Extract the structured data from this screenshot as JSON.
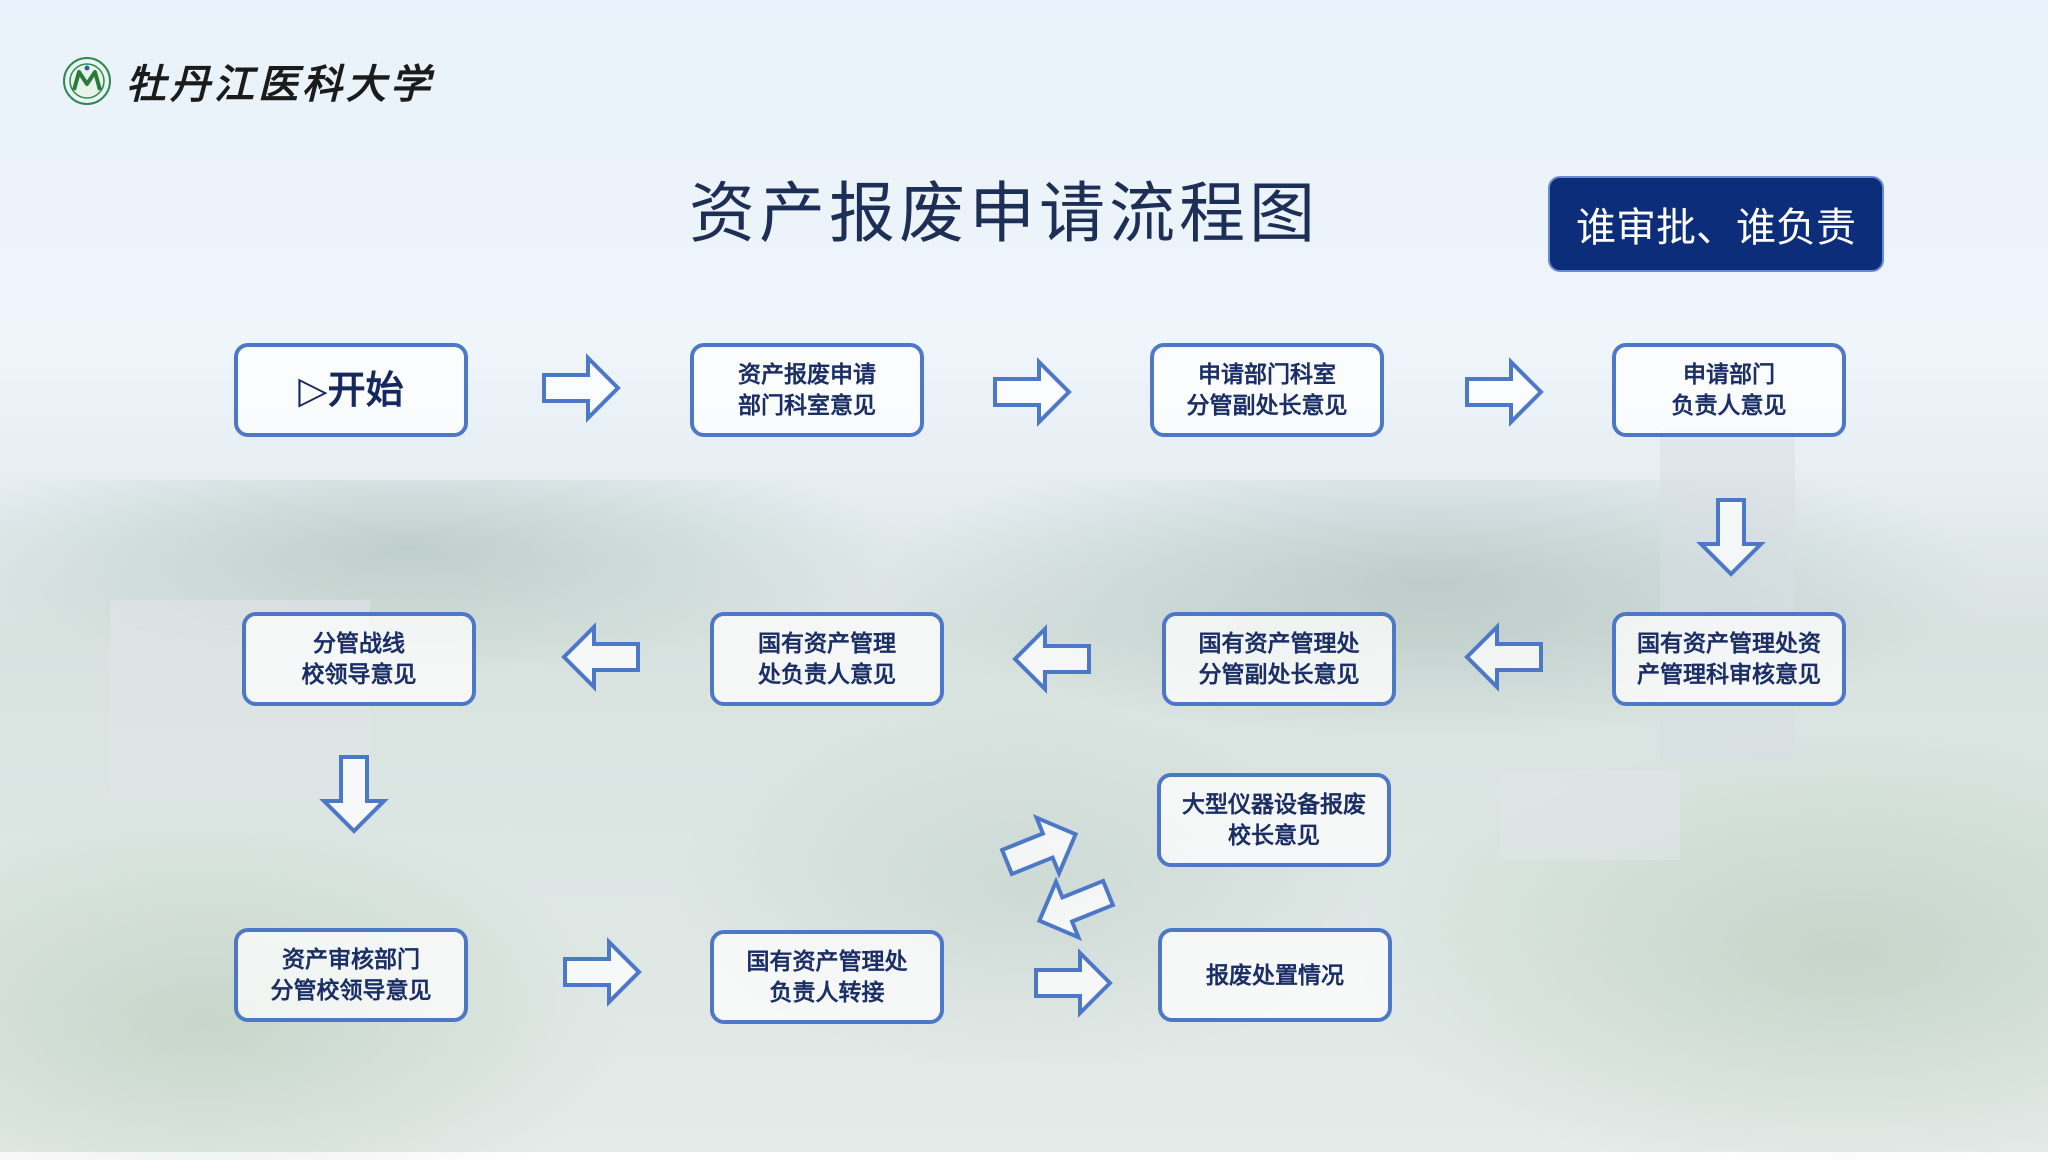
{
  "header": {
    "university_name": "牡丹江医科大学",
    "title": "资产报废申请流程图",
    "badge": "谁审批、谁负责"
  },
  "colors": {
    "node_border": "#4d78c7",
    "node_text": "#1b2f66",
    "badge_bg": "#0b2d7a",
    "title": "#1e2f57"
  },
  "nodes": {
    "start": "▷开始",
    "n1": "资产报废申请\n部门科室意见",
    "n2": "申请部门科室\n分管副处长意见",
    "n3": "申请部门\n负责人意见",
    "n4": "国有资产管理处资\n产管理科审核意见",
    "n5": "国有资产管理处\n分管副处长意见",
    "n6": "国有资产管理\n处负责人意见",
    "n7": "分管战线\n校领导意见",
    "n8": "资产审核部门\n分管校领导意见",
    "n9": "国有资产管理处\n负责人转接",
    "n10": "大型仪器设备报废\n校长意见",
    "n11": "报废处置情况"
  }
}
